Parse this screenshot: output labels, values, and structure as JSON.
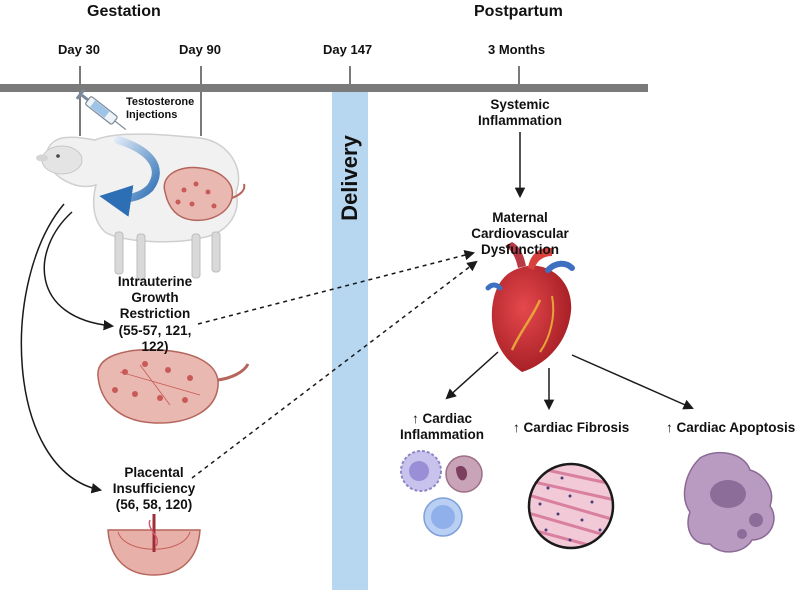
{
  "headers": {
    "gestation": "Gestation",
    "postpartum": "Postpartum"
  },
  "timeline": {
    "day30": "Day 30",
    "day90": "Day 90",
    "day147": "Day 147",
    "months3": "3 Months"
  },
  "delivery": "Delivery",
  "injection_label": "Testosterone\nInjections",
  "nodes": {
    "systemic": "Systemic\nInflammation",
    "maternal": "Maternal\nCardiovascular\nDysfunction",
    "iugr": "Intrauterine\nGrowth\nRestriction\n(55-57, 121,\n122)",
    "placental": "Placental\nInsufficiency\n(56, 58, 120)",
    "inflammation": "↑ Cardiac\nInflammation",
    "fibrosis": "↑ Cardiac Fibrosis",
    "apoptosis": "↑ Cardiac Apoptosis"
  },
  "colors": {
    "timeline": "#7a7a7a",
    "delivery_band": "#b7d7f1",
    "arrow": "#1a1a1a",
    "curved_arrow": "#2d6fb5",
    "placenta_fill": "#e9b8b1",
    "heart_red": "#c8242b",
    "tissue_pink": "#e9a8c0",
    "apoptosis_purple": "#a586ad"
  },
  "icons": [
    "sheep-icon",
    "syringe-icon",
    "heart-icon",
    "placenta-icon",
    "uterus-icon",
    "immune-cells-icon",
    "fibrosis-tissue-icon",
    "apoptotic-cell-icon"
  ]
}
